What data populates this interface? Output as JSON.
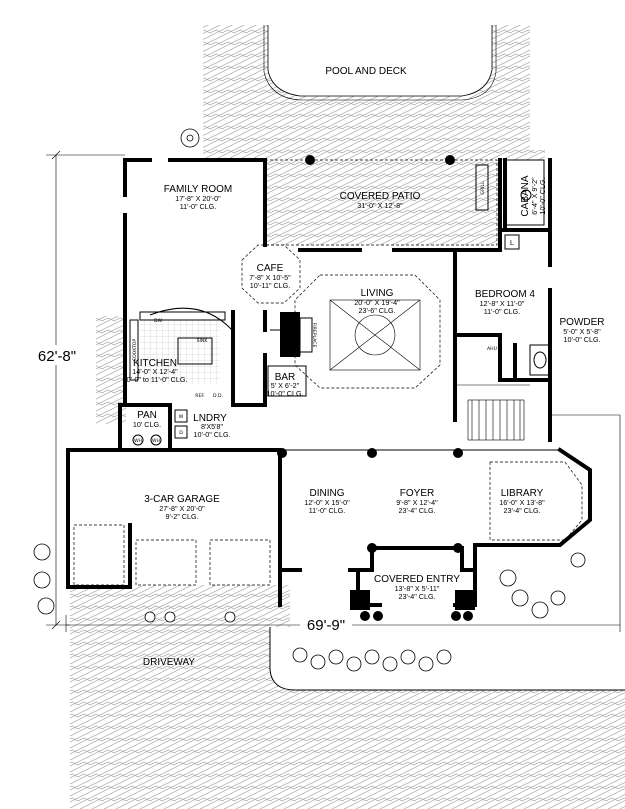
{
  "plan": {
    "rooms": {
      "pool": {
        "name": "POOL AND DECK"
      },
      "patio": {
        "name": "COVERED PATIO",
        "d1": "31'-0\" X 12'-8\""
      },
      "family": {
        "name": "FAMILY ROOM",
        "d1": "17'-8\" X 20'-0\"",
        "d2": "11'-0\" CLG."
      },
      "cabana": {
        "name": "CABANA",
        "d1": "6'-4\" X 9'-2\"",
        "d2": "10'-0\" CLG."
      },
      "cafe": {
        "name": "CAFE",
        "d1": "7'-8\" X 10'-5\"",
        "d2": "10'-11\" CLG."
      },
      "living": {
        "name": "LIVING",
        "d1": "20'-0\" X 19'-4\"",
        "d2": "23'-6\" CLG."
      },
      "bedroom4": {
        "name": "BEDROOM  4",
        "d1": "12'-8\" X 11'-0\"",
        "d2": "11'-0\" CLG."
      },
      "powder": {
        "name": "POWDER",
        "d1": "5'-0\" X 5'-8\"",
        "d2": "10'-0\" CLG."
      },
      "kitchen": {
        "name": "KITCHEN",
        "d1": "14'-0\" X 12'-4\"",
        "d2": "10'-0\" to 11'-0\" CLG."
      },
      "bar": {
        "name": "BAR",
        "d1": "5' X 6'-2\"",
        "d2": "10'-0\" CLG."
      },
      "pan": {
        "name": "PAN",
        "d1": "10' CLG."
      },
      "lndry": {
        "name": "LNDRY",
        "d1": "8'X5'8\"",
        "d2": "10'-0\" CLG."
      },
      "garage": {
        "name": "3-CAR GARAGE",
        "d1": "27'-8\" X 20'-0\"",
        "d2": "9'-2\" CLG."
      },
      "dining": {
        "name": "DINING",
        "d1": "12'-0\" X 15'-0\"",
        "d2": "11'-0\" CLG."
      },
      "foyer": {
        "name": "FOYER",
        "d1": "9'-8\" X 12'-4\"",
        "d2": "23'-4\" CLG."
      },
      "library": {
        "name": "LIBRARY",
        "d1": "16'-0\" X 13'-8\"",
        "d2": "23'-4\" CLG."
      },
      "entry": {
        "name": "COVERED ENTRY",
        "d1": "13'-8\" X 5'-11\"",
        "d2": "23'-4\" CLG."
      },
      "driveway": {
        "name": "DRIVEWAY"
      }
    },
    "overall_depth": "62'-8\"",
    "overall_width": "69'-9\"",
    "fixtures": {
      "fireplace": "FIREPLACE",
      "grill": "GRILL",
      "dw": "DW",
      "sink": "SINK",
      "cooktop": "COOKTOP",
      "ref": "REF.",
      "dd": "D.D.",
      "wh": "WH",
      "w": "W",
      "d": "D",
      "ahu": "AHU",
      "l": "L"
    }
  }
}
